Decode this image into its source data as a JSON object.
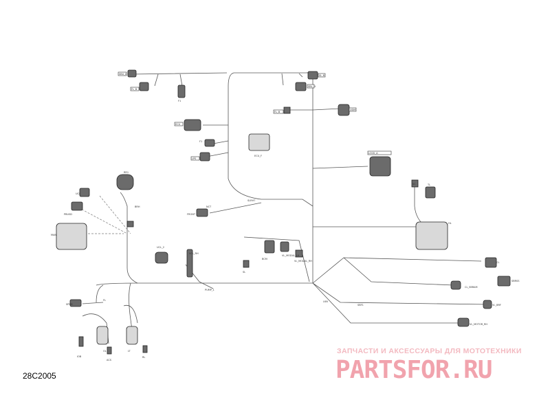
{
  "diagram": {
    "code": "28C2005",
    "labels": [
      "SBU_C",
      "FL_B",
      "F1",
      "SL_B",
      "SBL_H",
      "FL_B",
      "UDM",
      "ECU",
      "ECU_F",
      "LPS",
      "F1",
      "LOCK_A",
      "RR1",
      "UCL",
      "PBUSD",
      "MAN",
      "FRONT",
      "UCL_2",
      "VCL_RH",
      "BCM",
      "VL_MODUL_LH",
      "VL_MODUL_RH",
      "SL",
      "SC",
      "TL",
      "HL",
      "CL",
      "SBRSS",
      "CL_SBRAM",
      "VL_BRF",
      "VL_MOTOR_RH",
      "SPSM",
      "IOB",
      "OL",
      "ACS",
      "LT",
      "RL",
      "PUMP_1",
      "SLRHT",
      "NCT",
      "BRH",
      "FL",
      "LKN",
      "SBF1"
    ]
  },
  "watermark": {
    "subtitle": "ЗАПЧАСТИ И АКСЕССУАРЫ ДЛЯ МОТОТЕХНИКИ",
    "logo": "PARTSFOR.RU"
  }
}
